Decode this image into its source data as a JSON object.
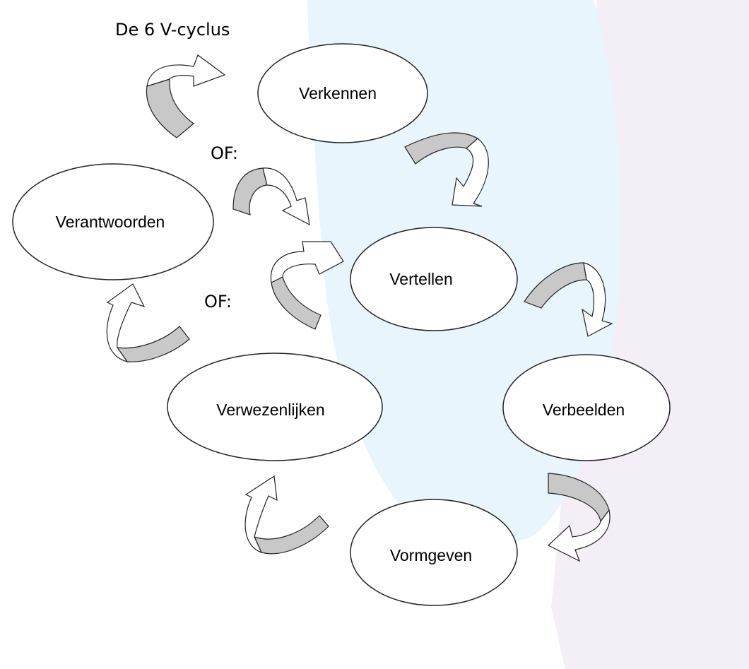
{
  "diagram": {
    "title": "De 6 V-cyclus",
    "alternative_label": "OF:",
    "nodes": {
      "verkennen": "Verkennen",
      "vertellen": "Vertellen",
      "verbeelden": "Verbeelden",
      "vormgeven": "Vormgeven",
      "verwezenlijken": "Verwezenlijken",
      "verantwoorden": "Verantwoorden"
    },
    "arrow_colors": {
      "shaded": "#c8c8c8",
      "outline": "#222222"
    },
    "background_colors": {
      "left": "#ffffff",
      "middle": "#e8f5fc",
      "right": "#f4eef6"
    }
  }
}
